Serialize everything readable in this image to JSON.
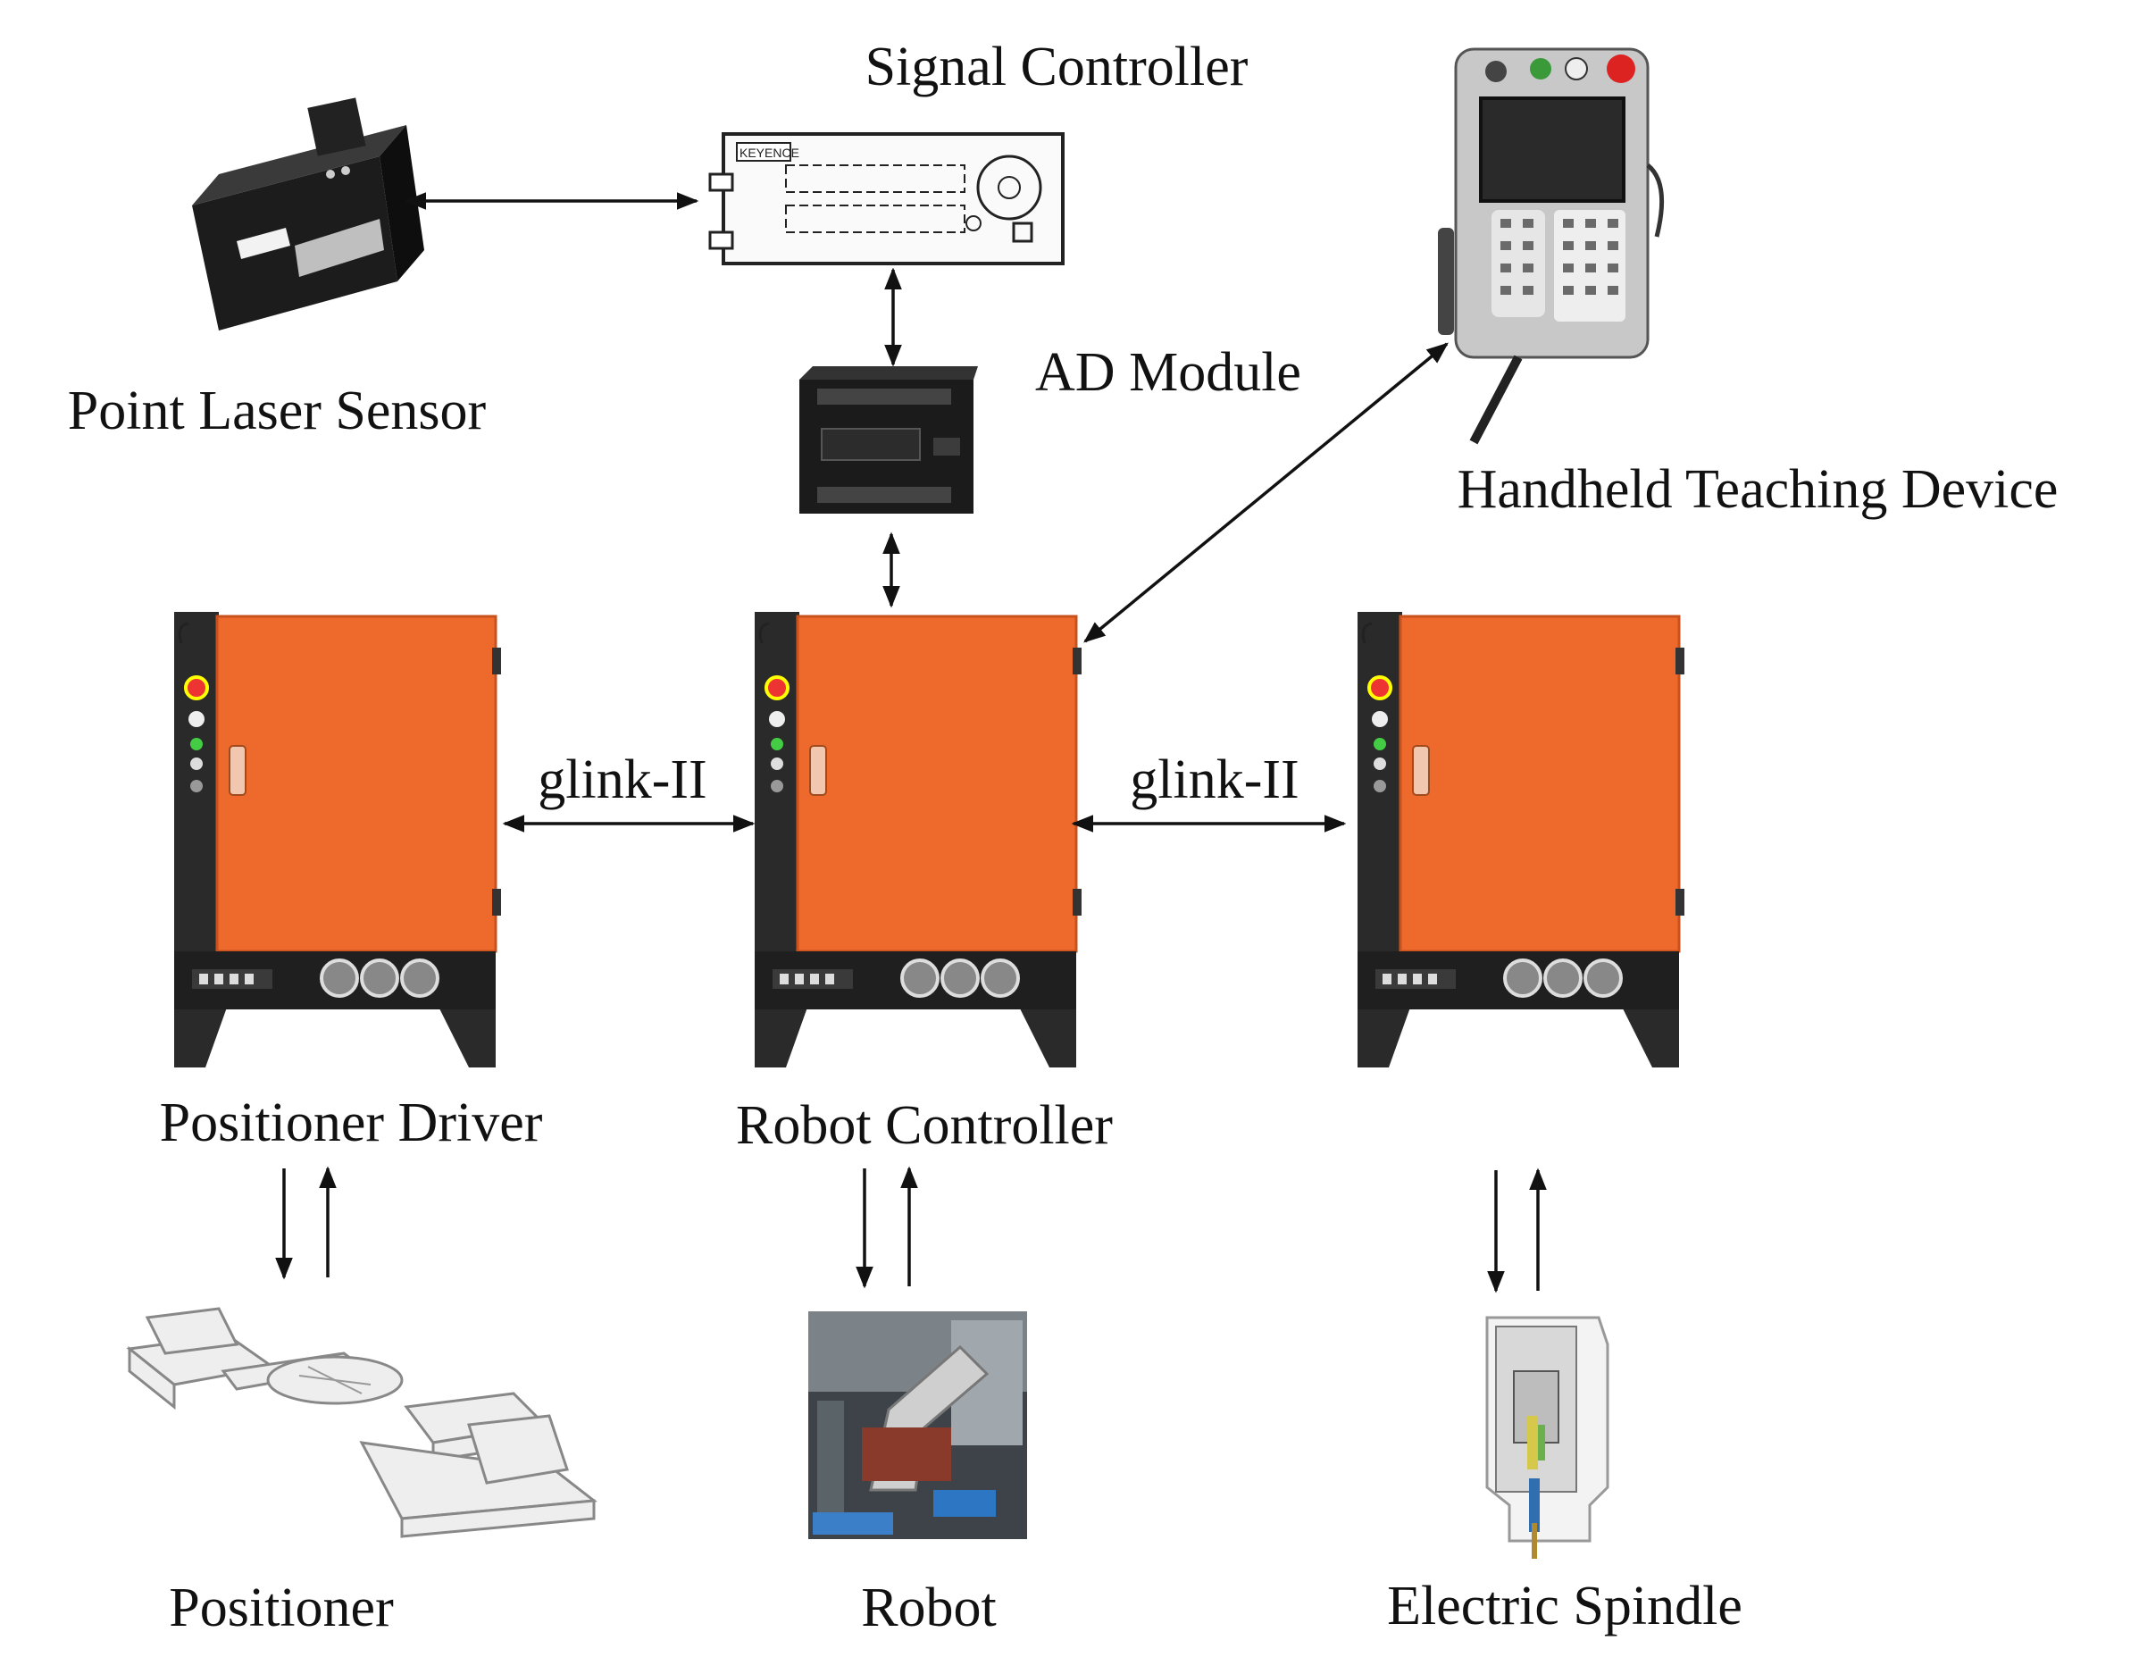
{
  "labels": {
    "signal_controller": "Signal Controller",
    "point_laser_sensor": "Point Laser Sensor",
    "ad_module": "AD Module",
    "handheld_teaching_device": "Handheld Teaching Device",
    "glink_left": "glink-II",
    "glink_right": "glink-II",
    "positioner_driver": "Positioner Driver",
    "robot_controller": "Robot Controller",
    "positioner": "Positioner",
    "robot": "Robot",
    "electric_spindle": "Electric Spindle"
  },
  "device_text": {
    "signal_controller_brand": "KEYENCE"
  },
  "colors": {
    "cabinet_orange": "#ee6a2c",
    "cabinet_dark": "#2a2a2a",
    "arrow": "#111111"
  },
  "icons": {
    "point_laser_sensor": "laser-sensor-icon",
    "signal_controller": "signal-controller-icon",
    "ad_module": "ad-module-icon",
    "handheld_teaching_device": "teach-pendant-icon",
    "cabinets": "control-cabinet-icon",
    "positioner": "positioner-icon",
    "robot": "robot-arm-icon",
    "electric_spindle": "electric-spindle-icon"
  }
}
